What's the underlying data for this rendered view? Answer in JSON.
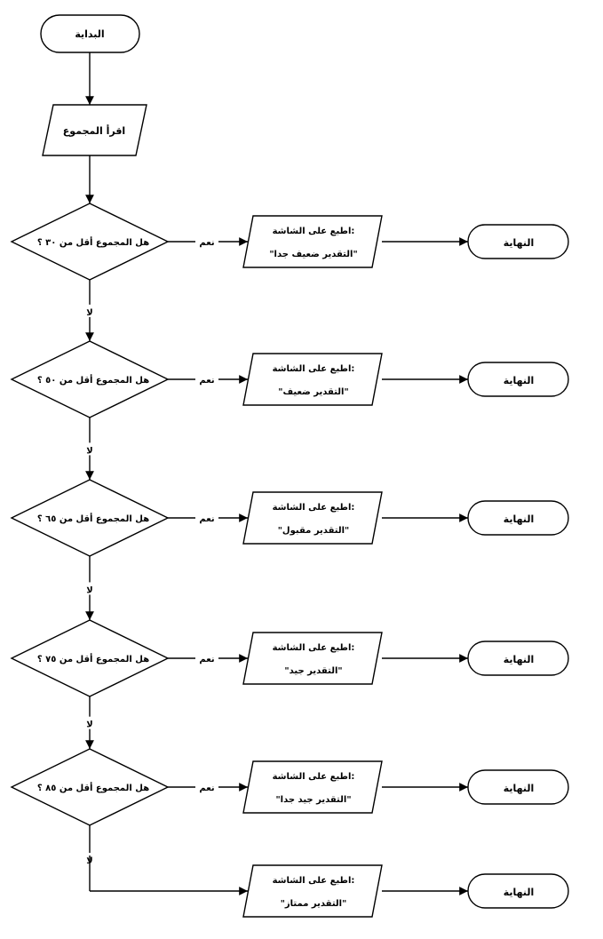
{
  "start": {
    "label": "البداية"
  },
  "read": {
    "label": "اقرأ المجموع"
  },
  "decisions": [
    {
      "question": "هل المجموع أقل من ٣٠ ؟",
      "yes": "نعم",
      "no": "لا",
      "output_line1": ":اطبع على الشاشة",
      "output_line2": "\"التقدير ضعيف جدا\"",
      "end": "النهاية"
    },
    {
      "question": "هل المجموع أقل من ٥٠ ؟",
      "yes": "نعم",
      "no": "لا",
      "output_line1": ":اطبع على الشاشة",
      "output_line2": "\"التقدير ضعيف\"",
      "end": "النهاية"
    },
    {
      "question": "هل المجموع أقل من ٦٥ ؟",
      "yes": "نعم",
      "no": "لا",
      "output_line1": ":اطبع على الشاشة",
      "output_line2": "\"التقدير مقبول\"",
      "end": "النهاية"
    },
    {
      "question": "هل المجموع أقل من ٧٥ ؟",
      "yes": "نعم",
      "no": "لا",
      "output_line1": ":اطبع على الشاشة",
      "output_line2": "\"التقدير جيد\"",
      "end": "النهاية"
    },
    {
      "question": "هل المجموع أقل من ٨٥ ؟",
      "yes": "نعم",
      "no": "لا",
      "output_line1": ":اطبع على الشاشة",
      "output_line2": "\"التقدير جيد جدا\"",
      "end": "النهاية"
    }
  ],
  "final": {
    "output_line1": ":اطبع على الشاشة",
    "output_line2": "\"التقدير ممتاز\"",
    "end": "النهاية"
  }
}
